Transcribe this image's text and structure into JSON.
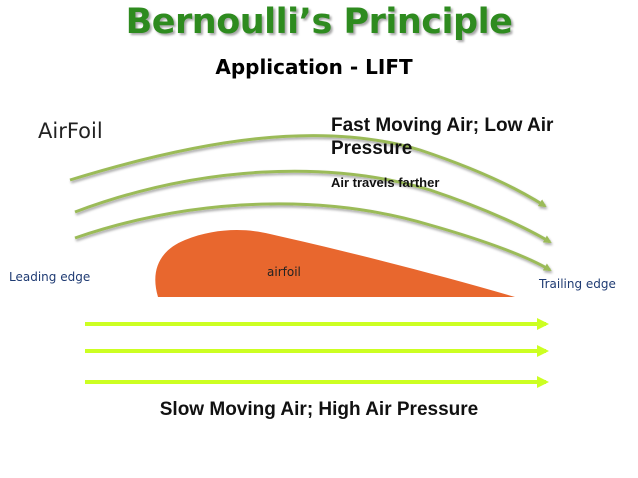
{
  "title": "Bernoulli’s Principle",
  "subtitle": "Application - LIFT",
  "airfoil_heading": "AirFoil",
  "fast_air_label": "Fast Moving Air; Low Air Pressure",
  "travel_label": "Air travels farther",
  "leading_edge_label": "Leading edge",
  "trailing_edge_label": "Trailing edge",
  "airfoil_label": "airfoil",
  "slow_air_label": "Slow Moving Air; High Air Pressure",
  "colors": {
    "title": "#2e8b1f",
    "airfoil": "#e8672e",
    "curved_arrows": "#9bbb59",
    "straight_arrows": "#ccff22",
    "edge_labels": "#1f3b73"
  }
}
